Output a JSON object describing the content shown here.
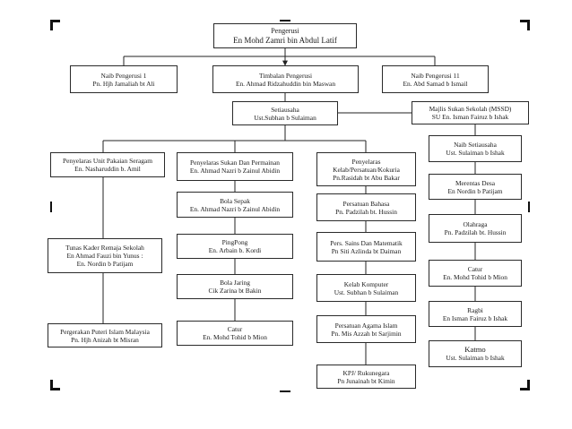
{
  "chairman": {
    "title": "Pengerusi",
    "name": "En Mohd Zamri bin Abdul Latif"
  },
  "vice_chair_1": {
    "title": "Naib Pengerusi 1",
    "name": "Pn. Hjh Jamaliah bt Ali"
  },
  "deputy_chair": {
    "title": "Timbalan Pengerusi",
    "name": "En. Ahmad Ridzahuddin bin Maswan"
  },
  "vice_chair_2": {
    "title": "Naib Pengerusi 11",
    "name": "En. Abd Samad b Ismail"
  },
  "secretary": {
    "title": "Setiausaha",
    "name": "Ust.Subhan b Sulaiman"
  },
  "mssd": {
    "title": "Majlis Sukan Sekolah (MSSD)",
    "name": "SU En. Isman Fairuz b Ishak"
  },
  "col_uniform": {
    "head": {
      "title": "Penyelaras Unit Pakaian Seragam",
      "name": "En. Nasharuddin b. Amil"
    },
    "items": [
      {
        "lines": [
          "Tunas Kader Remaja Sekolah",
          "En Ahmad Fauzi bin Yunus :",
          "En. Nordin b Patijam"
        ]
      },
      {
        "lines": [
          "Pergerakan Puteri Islam Malaysia",
          "Pn. Hjh Anizah bt Misran"
        ]
      }
    ]
  },
  "col_sports": {
    "head": {
      "title": "Penyelaras Sukan Dan Permainan",
      "name": "En. Ahmad Nazri b Zainul Abidin"
    },
    "items": [
      {
        "title": "Bola Sepak",
        "name": "En. Ahmad Nazri b Zainul Abidin"
      },
      {
        "title": "PingPong",
        "name": "En. Arbain b. Kordi"
      },
      {
        "title": "Bola Jaring",
        "name": "Cik Zarina bt Bakin"
      },
      {
        "title": "Catur",
        "name": "En. Mohd Tohid b Mion"
      }
    ]
  },
  "col_clubs": {
    "head": {
      "lines": [
        "Penyelaras",
        "Kelab/Persatuan/Kokuria",
        "Pn.Rasidah bt Abu Bakar"
      ]
    },
    "items": [
      {
        "title": "Persatuan Bahasa",
        "name": "Pn. Padzilah bt. Hussin"
      },
      {
        "title": "Pers. Sains Dan Matematik",
        "name": "Pn Siti Azlinda bt Daiman"
      },
      {
        "title": "Kelab Komputer",
        "name": "Ust. Subhan b Sulaiman"
      },
      {
        "title": "Persatuan Agama Islam",
        "name": "Pn. Mis Azzah bt Sarjimin"
      },
      {
        "title": "KPJ/ Rukunegara",
        "name": "Pn Junainah bt Kimin"
      }
    ]
  },
  "col_mssd": {
    "items": [
      {
        "title": "Naib Setiausaha",
        "name": "Ust. Sulaiman b Ishak"
      },
      {
        "title": "Merentas Desa",
        "name": "En Nordin b Patijam"
      },
      {
        "title": "Olahraga",
        "name": "Pn. Padzilah bt. Hussin"
      },
      {
        "title": "Catur",
        "name": "En. Mohd Tohid b Mion"
      },
      {
        "title": "Ragbi",
        "name": "En Isman Fairuz b Ishak"
      },
      {
        "title": "Katmo",
        "name": "Ust. Sulaiman b Ishak"
      }
    ]
  }
}
